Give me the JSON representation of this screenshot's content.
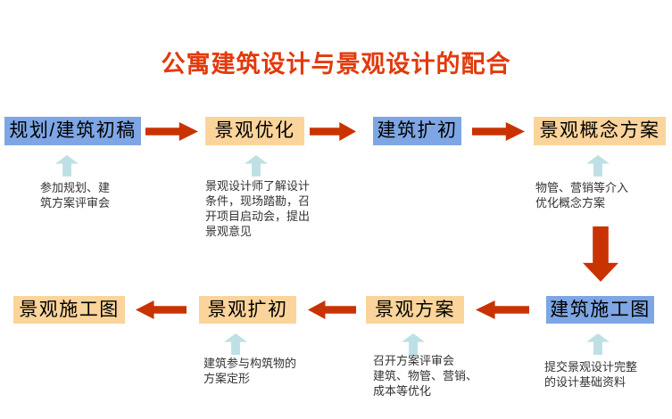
{
  "title": {
    "text": "公寓建筑设计与景观设计的配合"
  },
  "colors": {
    "title": "#e23a0c",
    "blue_box": "#7ea6e4",
    "orange_box": "#fbd49b",
    "red_arrow": "#c93301",
    "pale_arrow": "#bee0e4"
  },
  "top_row": {
    "boxes": [
      {
        "label": "规划/建筑初稿",
        "type": "blue"
      },
      {
        "label": "景观优化",
        "type": "orange"
      },
      {
        "label": "建筑扩初",
        "type": "blue"
      },
      {
        "label": "景观概念方案",
        "type": "orange"
      }
    ],
    "notes": [
      {
        "text": "参加规划、建\n筑方案评审会"
      },
      {
        "text": "景观设计师了解设计\n条件，现场踏勘，召\n开项目启动会，提出\n景观意见"
      },
      {
        "text": "物管、营销等介入\n优化概念方案"
      }
    ]
  },
  "bottom_row": {
    "boxes": [
      {
        "label": "景观施工图",
        "type": "orange"
      },
      {
        "label": "景观扩初",
        "type": "orange"
      },
      {
        "label": "景观方案",
        "type": "orange"
      },
      {
        "label": "建筑施工图",
        "type": "blue"
      }
    ],
    "notes": [
      {
        "text": "建筑参与构筑物的\n方案定形"
      },
      {
        "text": "召开方案评审会\n建筑、物管、营销、\n成本等优化"
      },
      {
        "text": "提交景观设计完整\n的设计基础资料"
      }
    ]
  }
}
